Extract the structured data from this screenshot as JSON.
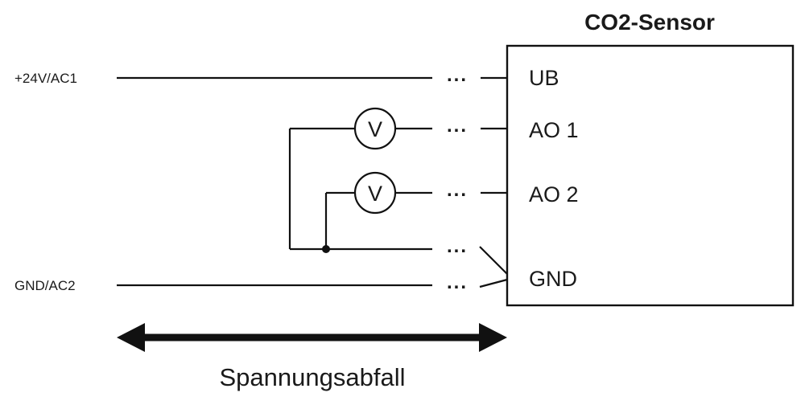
{
  "diagram": {
    "title": "CO2-Sensor",
    "sensor_pins": {
      "ub": "UB",
      "ao1": "AO 1",
      "ao2": "AO 2",
      "gnd": "GND"
    },
    "left_labels": {
      "supply": "+24V/AC1",
      "ground": "GND/AC2"
    },
    "voltmeter_label": "V",
    "wire_break_dots": "...",
    "arrow_caption": "Spannungsabfall",
    "colors": {
      "ink": "#111111",
      "background": "#ffffff"
    }
  }
}
